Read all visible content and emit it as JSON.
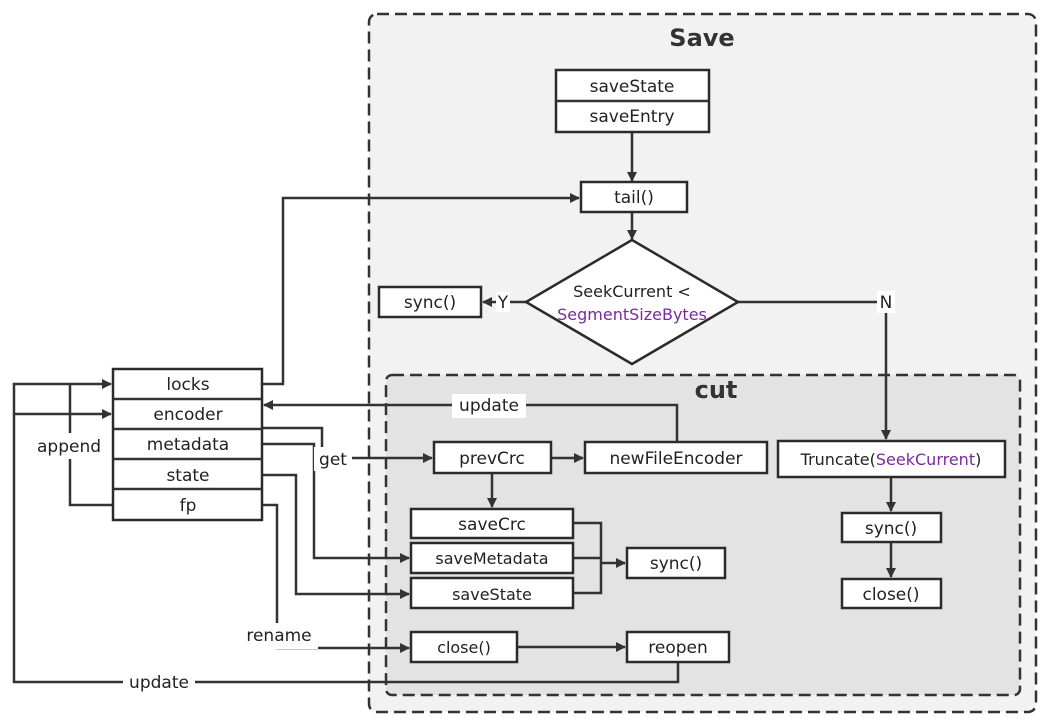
{
  "diagram": {
    "save_title": "Save",
    "cut_title": "cut",
    "fields": [
      "locks",
      "encoder",
      "metadata",
      "state",
      "fp"
    ],
    "nodes": {
      "save_state": "saveState",
      "save_entry": "saveEntry",
      "tail": "tail()",
      "decision_line1": "SeekCurrent <",
      "decision_line2": "SegmentSizeBytes",
      "sync_top": "sync()",
      "prev_crc": "prevCrc",
      "new_file_encoder": "newFileEncoder",
      "save_crc": "saveCrc",
      "save_metadata": "saveMetadata",
      "save_state_cut": "saveState",
      "sync_cut": "sync()",
      "close_cut": "close()",
      "reopen": "reopen",
      "truncate_prefix": "Truncate(",
      "truncate_arg": "SeekCurrent",
      "truncate_suffix": ")",
      "sync_right": "sync()",
      "close_right": "close()"
    },
    "edge_labels": {
      "yes": "Y",
      "no": "N",
      "update_top": "update",
      "get": "get",
      "append": "append",
      "rename": "rename",
      "update_bottom": "update"
    }
  },
  "colors": {
    "highlight": "#7a2a9c",
    "save_bg": "#f2f2f2",
    "cut_bg": "#e3e3e3"
  }
}
